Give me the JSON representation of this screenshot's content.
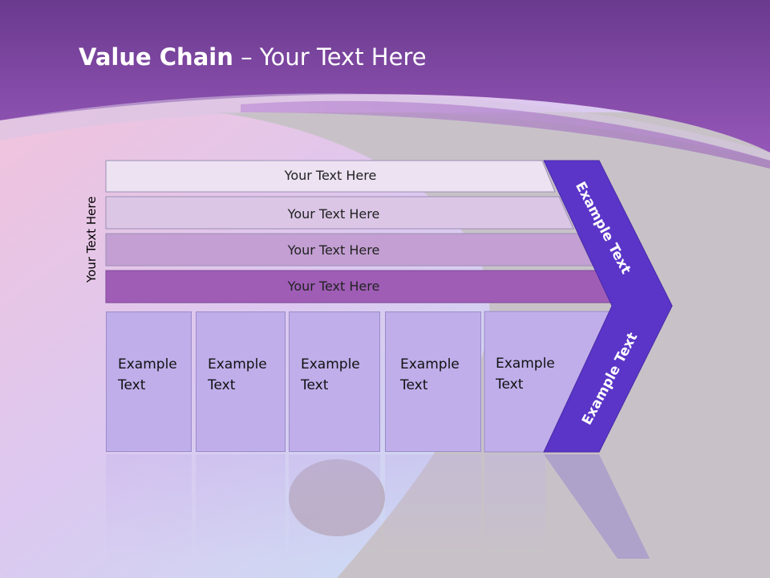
{
  "title": {
    "bold": "Value Chain",
    "rest": " – Your Text Here"
  },
  "side_label": "Your Text Here",
  "bars": [
    {
      "label": "Your Text Here"
    },
    {
      "label": "Your Text Here"
    },
    {
      "label": "Your Text Here"
    },
    {
      "label": "Your Text Here"
    }
  ],
  "boxes": [
    {
      "line1": "Example",
      "line2": "Text"
    },
    {
      "line1": "Example",
      "line2": "Text"
    },
    {
      "line1": "Example",
      "line2": "Text"
    },
    {
      "line1": "Example",
      "line2": "Text"
    },
    {
      "line1": "Example",
      "line2": "Text"
    }
  ],
  "chevron": {
    "upper_label": "Example Text",
    "lower_label": "Example Text"
  },
  "colors": {
    "header": "#7d4aa8",
    "bar1": "#ece2f2",
    "bar2": "#dbc6e6",
    "bar3": "#c39fd3",
    "bar4": "#9f5db6",
    "box": "#bfaeea",
    "chevron": "#5b35c8"
  }
}
